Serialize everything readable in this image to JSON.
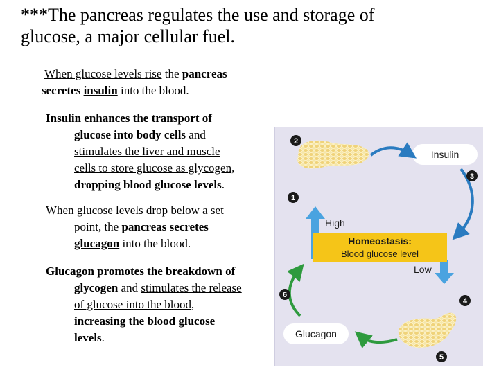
{
  "title": "***The pancreas regulates the use and storage of glucose, a major cellular fuel.",
  "para1": {
    "seg1": "When glucose levels rise",
    "seg2": " the ",
    "seg3": "pancreas",
    "seg4": "secretes",
    "seg5": " ",
    "seg6": "insulin",
    "seg7": " into the blood."
  },
  "para2": {
    "l1": "Insulin enhances the transport of",
    "l2a": "glucose into body cells",
    "l2b": " and",
    "l3": "stimulates the liver and muscle",
    "l4a": "cells to store glucose as glycogen",
    "l4b": ",",
    "l5a": "dropping blood glucose levels",
    "l5b": "."
  },
  "para3": {
    "l1a": "When glucose levels drop",
    "l1b": " below a set",
    "l2a": "point, the ",
    "l2b": "pancreas secretes",
    "l3a": "glucagon",
    "l3b": " into the blood."
  },
  "para4": {
    "l1": "Glucagon promotes the breakdown of",
    "l2a": "glycogen",
    "l2b": " and ",
    "l2c": "stimulates the release",
    "l3a": "of glucose into the blood",
    "l3b": ",",
    "l4": "increasing the blood glucose",
    "l5a": "levels",
    "l5b": "."
  },
  "diagram": {
    "insulin": "Insulin",
    "glucagon": "Glucagon",
    "high": "High",
    "low": "Low",
    "homeostasis": "Homeostasis:",
    "level": "Blood glucose level",
    "steps": [
      "1",
      "2",
      "3",
      "4",
      "5",
      "6"
    ],
    "colors": {
      "background": "#e4e2ef",
      "homeostasis_box": "#f5c518",
      "insulin_arrow": "#2a7bc0",
      "glucagon_arrow": "#2e9a3e",
      "high_arrow": "#4aa3e0",
      "pancreas": "#f3e3a0"
    }
  }
}
